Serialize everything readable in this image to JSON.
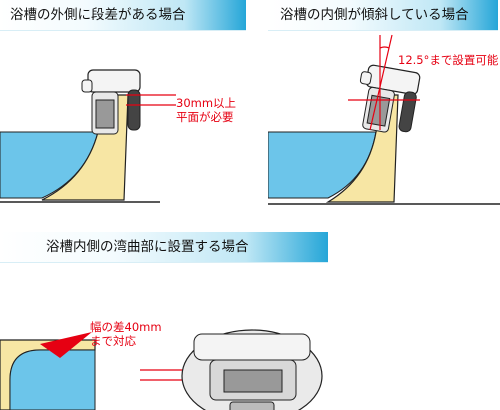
{
  "panels": {
    "outer_step": {
      "title": "浴槽の外側に段差がある場合",
      "note_line1": "30mm以上",
      "note_line2": "平面が必要"
    },
    "inner_slope": {
      "title": "浴槽の内側が傾斜している場合",
      "note": "12.5°まで設置可能"
    },
    "inner_curve": {
      "title": "浴槽内側の湾曲部に設置する場合",
      "note_line1": "幅の差40mm",
      "note_line2": "まで対応"
    }
  },
  "colors": {
    "water": "#6cc5ea",
    "tub_wall": "#f7e6a4",
    "annotation": "#e60012",
    "banner_accent": "#25a6d8"
  }
}
